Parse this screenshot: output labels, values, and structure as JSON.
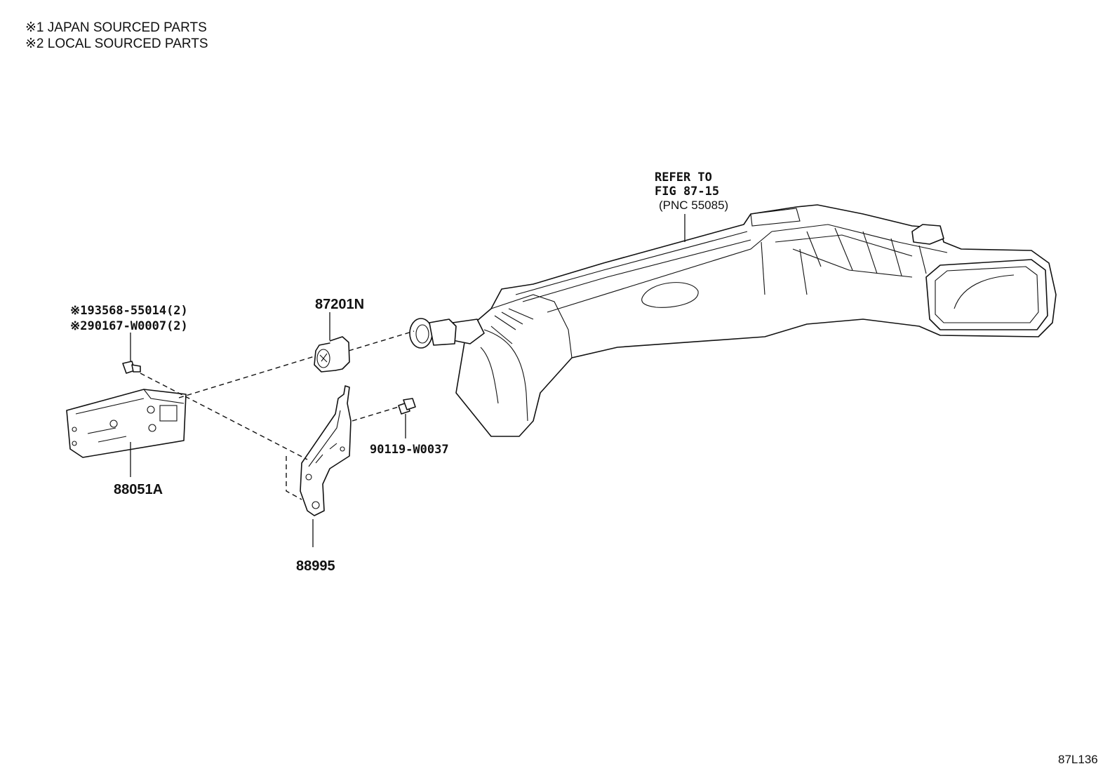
{
  "notes": [
    "※1 JAPAN SOURCED PARTS",
    "※2 LOCAL SOURCED PARTS"
  ],
  "refer": {
    "line1": "REFER TO",
    "line2": "FIG 87-15",
    "line3": "(PNC 55085)"
  },
  "labels": {
    "screw_japan": "※193568-55014(2)",
    "screw_local": "※290167-W0007(2)",
    "p87201n": "87201N",
    "p88051a": "88051A",
    "p88995": "88995",
    "p90119": "90119-W0037"
  },
  "figure_code": "87L136"
}
